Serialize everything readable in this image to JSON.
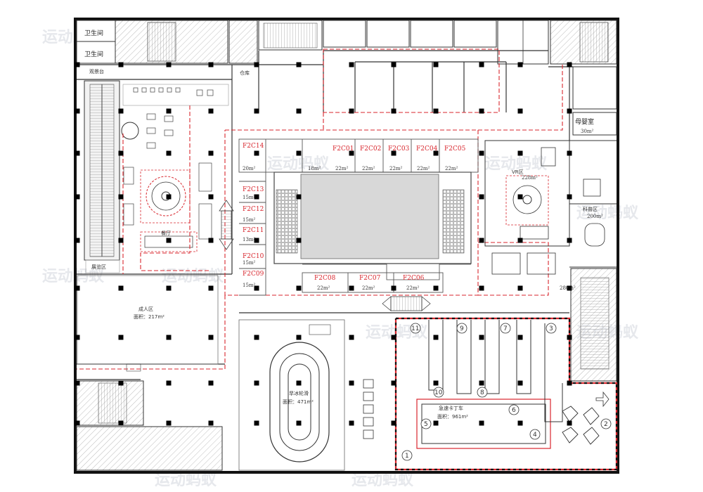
{
  "rooms": {
    "toilet_1": "卫生间",
    "toilet_2": "卫生间",
    "mother_room": "母婴室",
    "mother_room_area": "30m²",
    "science_area": "科普区",
    "science_area_area": "200m²",
    "restaurant_label": "餐厅",
    "warehouse": "仓库",
    "observation": "观景台",
    "adult_zone": "成人区",
    "adult_zone_area": "面积：217m²",
    "skate_rink": "旱冰轮滑",
    "skate_rink_area": "面积：471m²",
    "kart_track": "急速卡丁车",
    "kart_track_area": "面积：961m²",
    "exhibition": "展览区"
  },
  "shops": [
    {
      "id": "F2C14",
      "area": "20m²"
    },
    {
      "id": "F2C01",
      "area": "18m²"
    },
    {
      "id": "F2C02",
      "area": "22m²"
    },
    {
      "id": "F2C03",
      "area": "22m²"
    },
    {
      "id": "F2C04",
      "area": "22m²"
    },
    {
      "id": "F2C05",
      "area": "22m²"
    },
    {
      "id": "F2C13",
      "area": "15m²"
    },
    {
      "id": "F2C12",
      "area": "15m²"
    },
    {
      "id": "F2C11",
      "area": "13m²"
    },
    {
      "id": "F2C10",
      "area": "15m²"
    },
    {
      "id": "F2C09",
      "area": "15m²"
    },
    {
      "id": "F2C08",
      "area": "22m²"
    },
    {
      "id": "F2C07",
      "area": "22m²"
    },
    {
      "id": "F2C06",
      "area": "22m²"
    }
  ],
  "extra_areas": {
    "c01_gap": "22m²",
    "vr_area": "VR区",
    "vr_area_size": "228m²",
    "corner_area": "280m²"
  },
  "track_numbers": [
    "1",
    "2",
    "3",
    "4",
    "5",
    "6",
    "7",
    "8",
    "9",
    "10",
    "11"
  ],
  "watermark": "运动蚂蚁",
  "colors": {
    "wall": "#111111",
    "column": "#000000",
    "route": "#d8262d",
    "stair_fill": "#e6e6e6",
    "center_fill": "#d8d8d8"
  }
}
